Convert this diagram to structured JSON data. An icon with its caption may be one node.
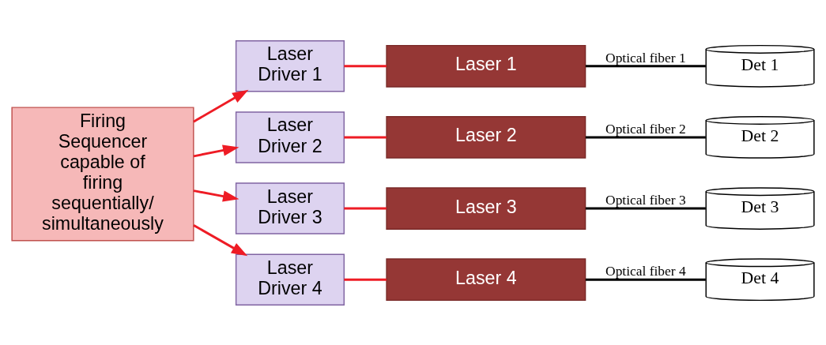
{
  "diagram": {
    "nodes": [
      {
        "text": [
          "Firing Sequencer capable of firing sequentially/ simultaneously"
        ]
      },
      {
        "text": [
          "Laser Driver 1"
        ]
      },
      {
        "text": [
          "Laser Driver 2"
        ]
      },
      {
        "text": [
          "Laser Driver 3"
        ]
      },
      {
        "text": [
          "Laser Driver 4"
        ]
      },
      {
        "text": [
          "Laser 1"
        ]
      },
      {
        "text": [
          "Laser 2"
        ]
      },
      {
        "text": [
          "Laser 3"
        ]
      },
      {
        "text": [
          "Laser 4"
        ]
      },
      {
        "text": [
          "Det 1"
        ]
      },
      {
        "text": [
          "Det 2"
        ]
      },
      {
        "text": [
          "Det 3"
        ]
      },
      {
        "text": [
          "Det 4"
        ]
      }
    ],
    "edges": [
      {
        "from": 0,
        "to": 1,
        "arrow": "to",
        "color": "#ee1c25"
      },
      {
        "from": 0,
        "to": 2,
        "arrow": "to",
        "color": "#ee1c25"
      },
      {
        "from": 0,
        "to": 3,
        "arrow": "to",
        "color": "#ee1c25"
      },
      {
        "from": 0,
        "to": 4,
        "arrow": "to",
        "color": "#ee1c25"
      },
      {
        "from": 1,
        "to": 5,
        "arrow": "none",
        "color": "#ee1c25"
      },
      {
        "from": 2,
        "to": 6,
        "arrow": "none",
        "color": "#ee1c25"
      },
      {
        "from": 3,
        "to": 7,
        "arrow": "none",
        "color": "#ee1c25"
      },
      {
        "from": 4,
        "to": 8,
        "arrow": "none",
        "color": "#ee1c25"
      },
      {
        "from": 5,
        "to": 9,
        "arrow": "none",
        "label": "Optical fiber 1",
        "color": "#000000"
      },
      {
        "from": 6,
        "to": 10,
        "arrow": "none",
        "label": "Optical fiber 2",
        "color": "#000000"
      },
      {
        "from": 7,
        "to": 11,
        "arrow": "none",
        "label": "Optical fiber 3",
        "color": "#000000"
      },
      {
        "from": 8,
        "to": 12,
        "arrow": "none",
        "label": "Optical fiber 4",
        "color": "#000000"
      }
    ]
  }
}
